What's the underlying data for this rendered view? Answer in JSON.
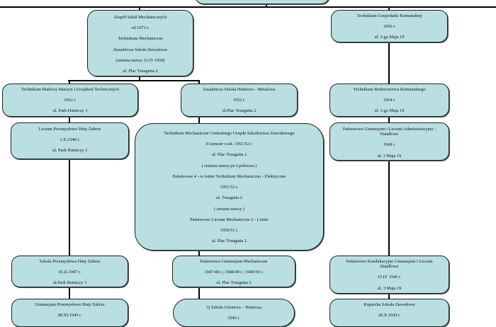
{
  "diagram": {
    "type": "organizational-history-tree",
    "top": {
      "partial_visible": true,
      "lines": []
    },
    "nodes": {
      "zespol": {
        "lines": [
          "Zespół Szkół Mechanicznych",
          "od 1973 r.",
          "Technikum Mechaniczne",
          "Zasadnicza Szkoła Zawodowa",
          "(zmiana nazwy 13.IV 1958)",
          "ul. Plac Traugutta 2"
        ]
      },
      "gospodarki": {
        "lines": [
          "Technikum Gospodarki Komunalnej",
          "1956 r.",
          "ul. 3-go Maja 19"
        ]
      },
      "budowy": {
        "lines": [
          "Technikum Budowy Maszyn i Urządzeń Technicznych",
          "1952 r.",
          "ul. Park Hutniczy 3"
        ]
      },
      "zasadnicza_hutnicza": {
        "lines": [
          "Zasadnicza Szkoła Hutniczo - Metalowa",
          "1952 r.",
          "ul.Plac Traugutta 2"
        ]
      },
      "budownictwa": {
        "lines": [
          "Technikum Budownictwa Komunalnego",
          "1954 r.",
          "ul. 3-go Maja 19"
        ]
      },
      "liceum_huty": {
        "lines": [
          "Liceum Przemysłowe Huty Zabrze",
          "1.X.1948 r.",
          "ul. Park Hutniczy 3"
        ]
      },
      "centralnego": {
        "lines": [
          "Technikum Mechaniczne Centralnego Urzędu Szkolnictwa Zawodowego",
          "II semestr r.szk. 1951/52 r.",
          "ul. Plac Traugutta 2",
          "( zmiana nazwy po I półroczu )",
          "Państwowe 4 - ro letnie Technikum Mechaniczno - Elektryczne",
          "1951/52 r.",
          "ul. Traugutta 2",
          "( zmiana nazwy )",
          "Państwowe Liceum Mechaniczne 2 - Letnie",
          "1950/51 r.",
          "ul. Plac Traugutta 2"
        ]
      },
      "gimnazjum_adm": {
        "lines": [
          "Państwowe Gimnazjum i Liceum Administracyjno -",
          "Handlowe",
          "1949 r.",
          "ul. 3 Maja 19"
        ]
      },
      "szkola_przem": {
        "lines": [
          "Szkoła Przemysłowa Huty Zabrze",
          "01.II.1947 r.",
          "ul.Park Hutniczy 3"
        ]
      },
      "gimnazjum_mech": {
        "lines": [
          "Państwowe Gimnazjum Mechaniczne",
          "1947/48 r.; 1948/49 r.; 1949/50 r.",
          "ul. Plac Traugutta 2"
        ]
      },
      "koedukacyjne": {
        "lines": [
          "Państwowe Koedukacyjne Gimnazjum i Liceum",
          "Handlowe",
          "15 IV 1945 r.",
          "ul. 3 Maja 19"
        ]
      },
      "gimnazjum_huty": {
        "lines": [
          "Gimnazjum Przemysłowe Huty Zabrze",
          "08.XI.1945 r."
        ]
      },
      "gorniczo": {
        "lines": [
          "3) Szkoła Górniczo – Hutnicza",
          "1945 r."
        ]
      },
      "kupiecka": {
        "lines": [
          "Kupiecka Szkoła Zawodowa",
          "28.X.1930 r."
        ]
      }
    },
    "colors": {
      "box_fill": "#b9dfe2",
      "box_border": "#222222",
      "connector": "#000000"
    }
  }
}
